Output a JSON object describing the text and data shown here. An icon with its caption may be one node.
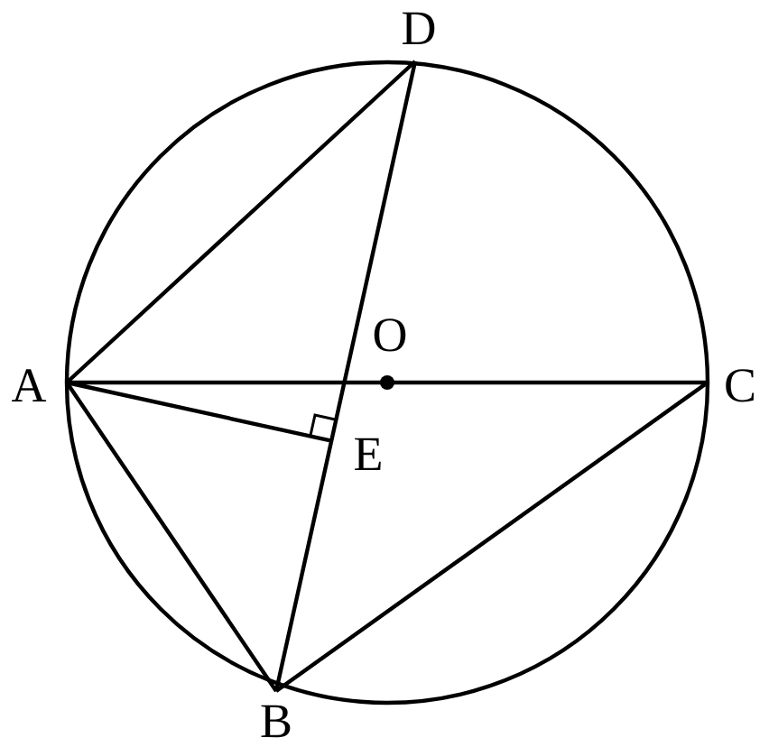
{
  "diagram": {
    "labels": [
      "D",
      "O",
      "A",
      "C",
      "E",
      "B"
    ]
  }
}
